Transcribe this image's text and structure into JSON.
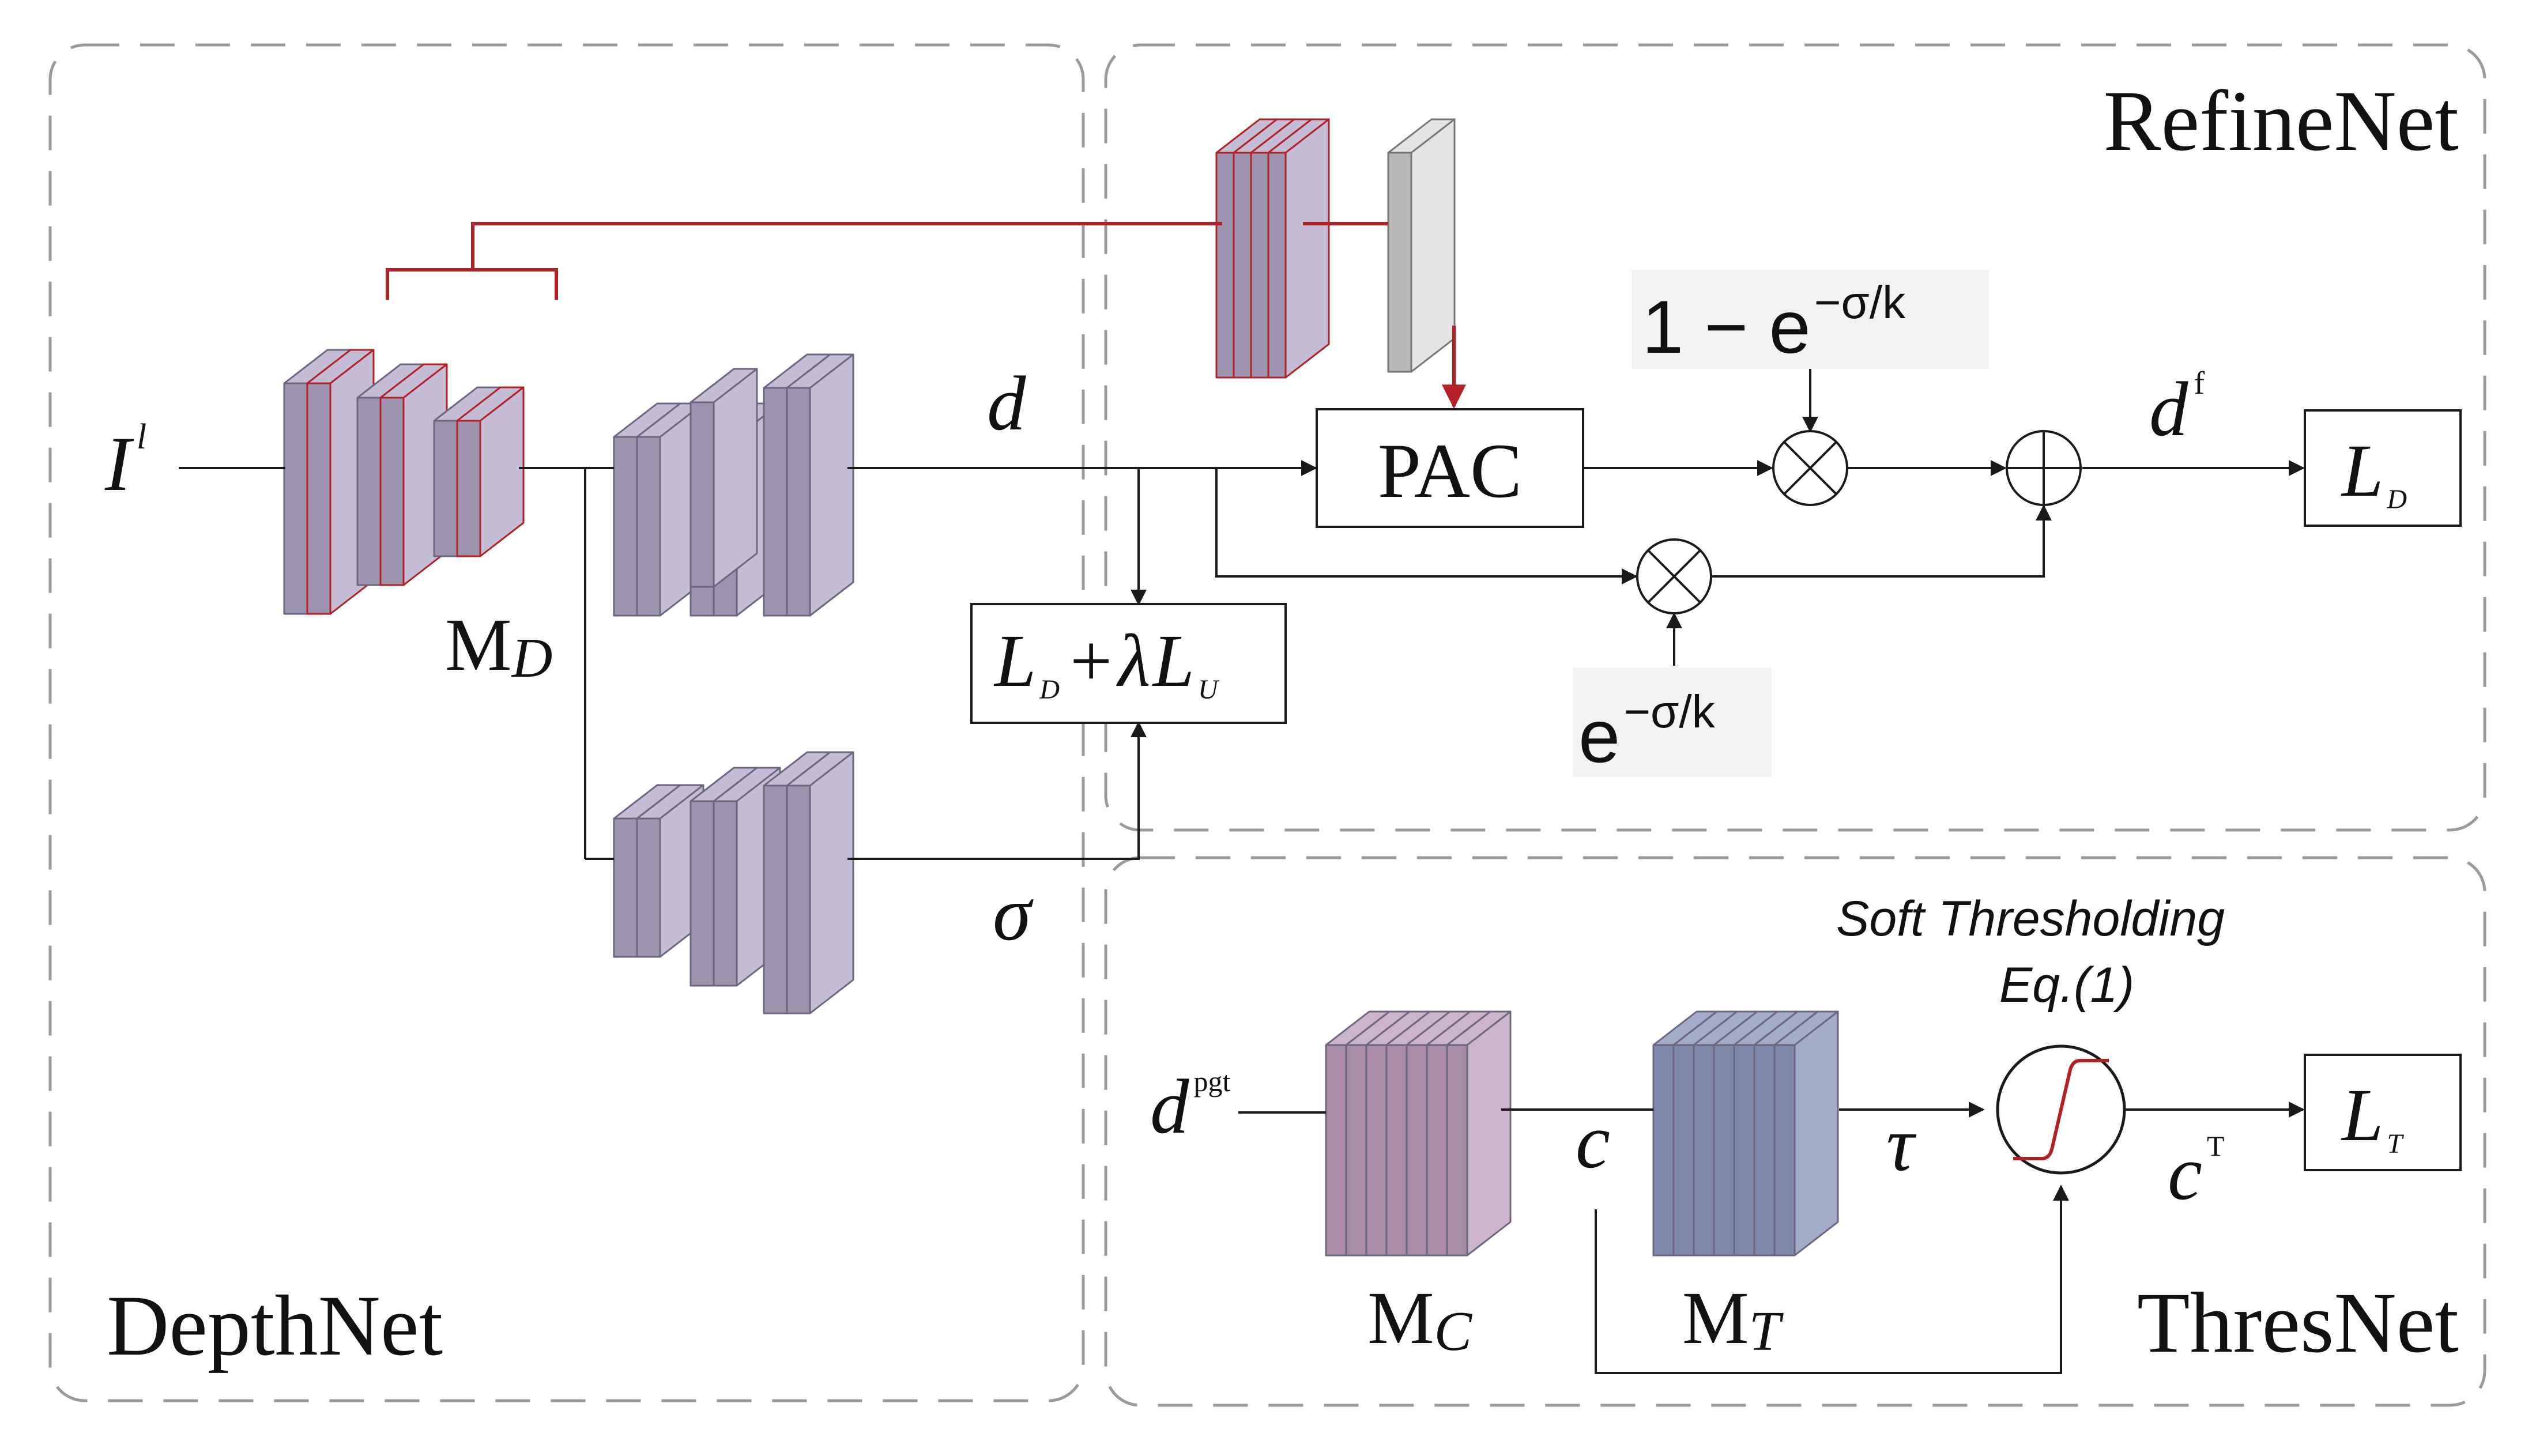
{
  "panels": {
    "depthnet": "DepthNet",
    "refinenet": "RefineNet",
    "thresnet": "ThresNet"
  },
  "labels": {
    "input_main": "I",
    "input_sup": "l",
    "md_main": "M",
    "md_sub": "D",
    "d": "d",
    "sigma": "σ",
    "loss_LD": "L",
    "loss_LD_sub": "D",
    "loss_plus": "+",
    "loss_lambda": "λ",
    "loss_LU": "L",
    "loss_LU_sub": "U",
    "pac": "PAC",
    "one_minus": "1 − e",
    "exp_sup": "−σ/k",
    "exp_base": "e",
    "df_main": "d",
    "df_sup": "f",
    "out_LD": "L",
    "out_LD_sub": "D",
    "dpgt_main": "d",
    "dpgt_sup": "pgt",
    "c": "c",
    "tau": "τ",
    "soft_line1": "Soft Thresholding",
    "soft_line2": "Eq.(1)",
    "cT_main": "c",
    "cT_sup": "T",
    "out_LT": "L",
    "out_LT_sub": "T",
    "mc_main": "M",
    "mc_sub": "C",
    "mt_main": "M",
    "mt_sub": "T"
  },
  "colors": {
    "layer_purple": "#c4bdd5",
    "layer_purple_side": "#9d95b0",
    "layer_pink": "#cdb4cd",
    "layer_pink_side": "#a88ca8",
    "layer_blue": "#a3acca",
    "layer_blue_side": "#7e88ab",
    "layer_gray": "#e4e4e4",
    "layer_gray_side": "#b8b8b8",
    "red": "#b32025",
    "dash": "#9a9a9a",
    "line": "#1a1a1a"
  }
}
